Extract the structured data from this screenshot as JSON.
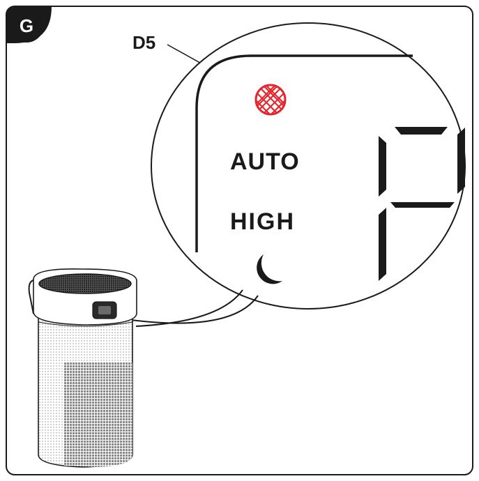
{
  "figure": {
    "badge_letter": "G",
    "callout_label": "D5",
    "mode_auto": "AUTO",
    "mode_high": "HIGH"
  },
  "icons": {
    "filter_indicator": "filter-grid-icon",
    "night_mode": "moon-icon",
    "segment_display": "seven-segment-digit"
  },
  "colors": {
    "filter_indicator": "#e8232b",
    "ink": "#1a1a1a",
    "device_mesh": "#9a9a9a"
  }
}
